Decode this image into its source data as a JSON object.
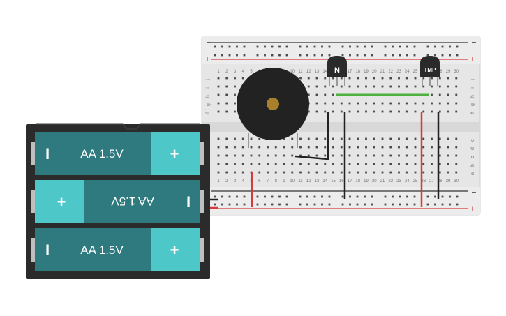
{
  "breadboard": {
    "rail_labels": {
      "minus": "−",
      "plus": "+"
    },
    "row_letters_top": [
      "j",
      "i",
      "h",
      "g",
      "f"
    ],
    "row_letters_bottom": [
      "e",
      "d",
      "c",
      "b",
      "a"
    ],
    "column_count": 30,
    "colors": {
      "board": "#e9e9e9",
      "rail_red": "#d63b3b",
      "rail_black": "#333333",
      "hole": "#4a4a4a"
    }
  },
  "components": {
    "transistor_label": "N",
    "temp_sensor_label": "TMP",
    "buzzer": {
      "color": "#222222",
      "center": "#a8802c"
    }
  },
  "battery": {
    "cells": [
      {
        "label": "AA 1.5V",
        "left_sign": "I",
        "right_sign": "+",
        "flipped": false
      },
      {
        "label": "AA 1.5V",
        "left_sign": "+",
        "right_sign": "I",
        "flipped": true
      },
      {
        "label": "AA 1.5V",
        "left_sign": "I",
        "right_sign": "+",
        "flipped": false
      }
    ],
    "colors": {
      "holder": "#2b2b2b",
      "cell_dark": "#2f7a7e",
      "cell_light": "#4ec7c9"
    }
  }
}
